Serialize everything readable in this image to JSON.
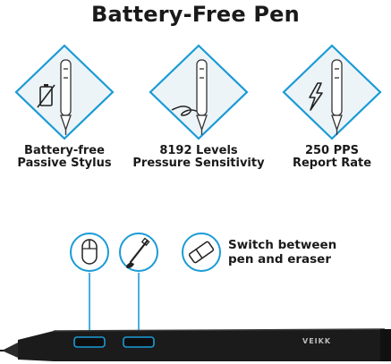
{
  "title": "Battery-Free Pen",
  "features": [
    {
      "line1": "Battery-free",
      "line2": "Passive Stylus",
      "icon": "battery-icon"
    },
    {
      "line1": "8192 Levels",
      "line2": "Pressure Sensitivity",
      "icon": "pressure-stroke-icon"
    },
    {
      "line1": "250 PPS",
      "line2": "Report Rate",
      "icon": "lightning-icon"
    }
  ],
  "switch_text": {
    "line1": "Switch between",
    "line2": "pen and eraser"
  },
  "pen_brand": "VEIKK",
  "colors": {
    "accent": "#1a9bd6",
    "diamond_fill": "#edf4f8",
    "pen_body": "#1b1b1b"
  }
}
